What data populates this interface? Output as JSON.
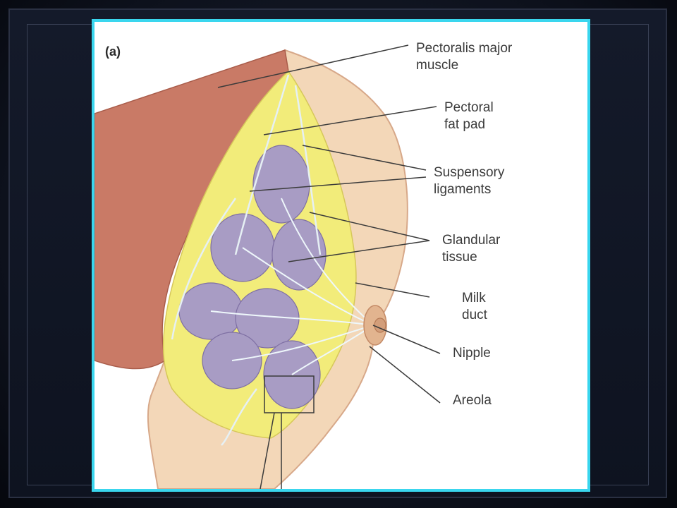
{
  "figure": {
    "panel_label": "(a)",
    "labels": [
      {
        "id": "pectoralis",
        "text": "Pectoralis major\nmuscle"
      },
      {
        "id": "fat-pad",
        "text": "Pectoral\nfat pad"
      },
      {
        "id": "ligaments",
        "text": "Suspensory\nligaments"
      },
      {
        "id": "glandular",
        "text": "Glandular\ntissue"
      },
      {
        "id": "duct",
        "text": "Milk\nduct"
      },
      {
        "id": "nipple",
        "text": "Nipple"
      },
      {
        "id": "areola",
        "text": "Areola"
      }
    ]
  },
  "colors": {
    "frame_accent": "#3ad6ee",
    "muscle": "#c97a66",
    "fat": "#f2ec7a",
    "gland": "#a89cc4",
    "skin": "#f3d7b8",
    "ligament": "#e6f0f4"
  }
}
